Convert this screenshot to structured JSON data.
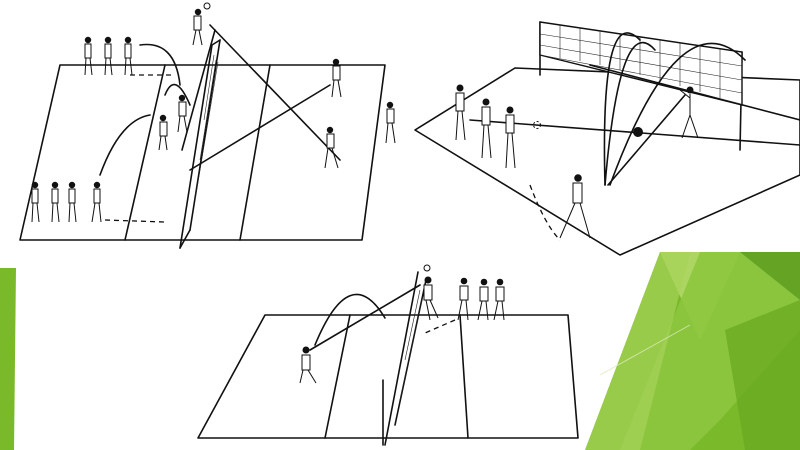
{
  "slide": {
    "background": "#ffffff",
    "accent_colors": [
      "#7ab929",
      "#8dc63f",
      "#b5d96b",
      "#5a9a1e"
    ]
  },
  "diagrams": [
    {
      "name": "attack-drill-diagram",
      "icon": "volleyball-court-attack-drill"
    },
    {
      "name": "serve-receive-diagram",
      "icon": "volleyball-court-perspective-net"
    },
    {
      "name": "block-drill-diagram",
      "icon": "volleyball-court-spike-drill"
    }
  ]
}
